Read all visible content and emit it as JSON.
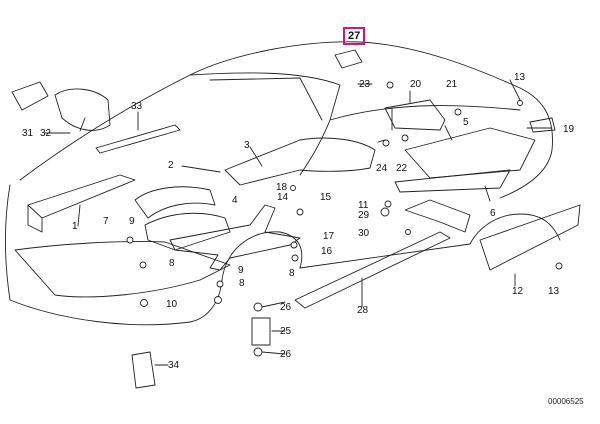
{
  "diagram": {
    "highlight_color": "#d4147a",
    "highlighted_callout": "27",
    "document_number": "00006525",
    "callouts": [
      "1",
      "2",
      "3",
      "4",
      "5",
      "6",
      "7",
      "8",
      "8",
      "8",
      "9",
      "9",
      "10",
      "11",
      "12",
      "13",
      "13",
      "14",
      "15",
      "16",
      "17",
      "18",
      "19",
      "20",
      "21",
      "22",
      "23",
      "24",
      "25",
      "26",
      "26",
      "27",
      "28",
      "29",
      "30",
      "31",
      "32",
      "33",
      "34"
    ]
  }
}
